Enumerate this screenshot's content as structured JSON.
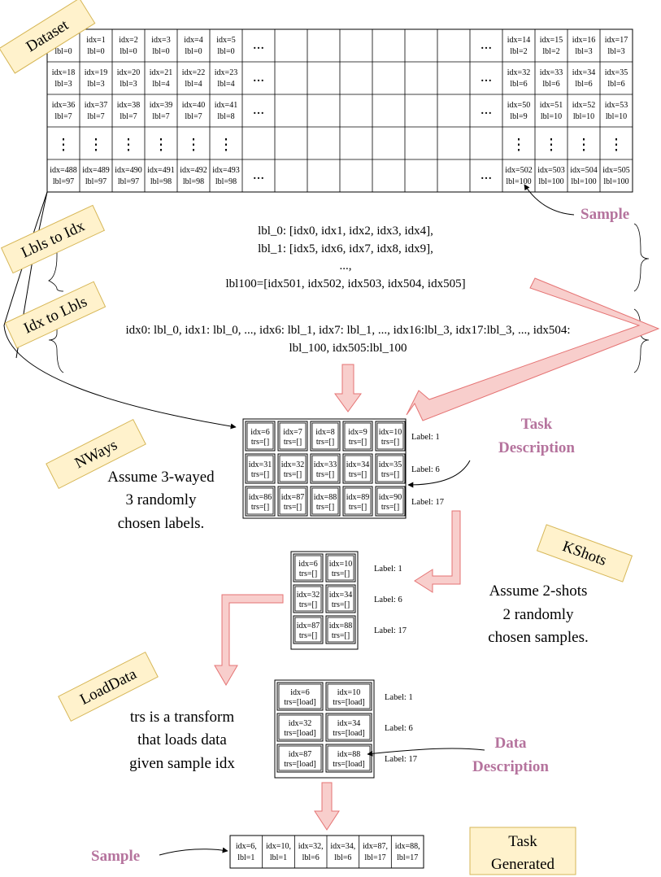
{
  "colors": {
    "tag_fill": "#fff2cc",
    "tag_stroke": "#d6b656",
    "arrow_fill": "#f8cecc",
    "arrow_stroke": "#e57373",
    "accent_text": "#b5739d"
  },
  "tags": {
    "dataset": "Dataset",
    "lbls_to_idx": "Lbls to Idx",
    "idx_to_lbls": "Idx to Lbls",
    "nways": "NWays",
    "kshots": "KShots",
    "loaddata": "LoadData",
    "task_generated_line1": "Task",
    "task_generated_line2": "Generated"
  },
  "dataset_grid": {
    "ellipsis": "...",
    "vdots": "⋮",
    "rows": [
      {
        "left": [
          [
            "",
            "lbl=0"
          ],
          [
            "idx=1",
            "lbl=0"
          ],
          [
            "idx=2",
            "lbl=0"
          ],
          [
            "idx=3",
            "lbl=0"
          ],
          [
            "idx=4",
            "lbl=0"
          ],
          [
            "idx=5",
            "lbl=0"
          ]
        ],
        "right": [
          [
            "idx=14",
            "lbl=2"
          ],
          [
            "idx=15",
            "lbl=2"
          ],
          [
            "idx=16",
            "lbl=3"
          ],
          [
            "idx=17",
            "lbl=3"
          ]
        ]
      },
      {
        "left": [
          [
            "idx=18",
            "lbl=3"
          ],
          [
            "idx=19",
            "lbl=3"
          ],
          [
            "idx=20",
            "lbl=3"
          ],
          [
            "idx=21",
            "lbl=4"
          ],
          [
            "idx=22",
            "lbl=4"
          ],
          [
            "idx=23",
            "lbl=4"
          ]
        ],
        "right": [
          [
            "idx=32",
            "lbl=6"
          ],
          [
            "idx=33",
            "lbl=6"
          ],
          [
            "idx=34",
            "lbl=6"
          ],
          [
            "idx=35",
            "lbl=6"
          ]
        ]
      },
      {
        "left": [
          [
            "idx=36",
            "lbl=7"
          ],
          [
            "idx=37",
            "lbl=7"
          ],
          [
            "idx=38",
            "lbl=7"
          ],
          [
            "idx=39",
            "lbl=7"
          ],
          [
            "idx=40",
            "lbl=7"
          ],
          [
            "idx=41",
            "lbl=8"
          ]
        ],
        "right": [
          [
            "idx=50",
            "lbl=9"
          ],
          [
            "idx=51",
            "lbl=10"
          ],
          [
            "idx=52",
            "lbl=10"
          ],
          [
            "idx=53",
            "lbl=10"
          ]
        ]
      },
      {
        "vdots_row": true
      },
      {
        "left": [
          [
            "idx=488",
            "lbl=97"
          ],
          [
            "idx=489",
            "lbl=97"
          ],
          [
            "idx=490",
            "lbl=97"
          ],
          [
            "idx=491",
            "lbl=98"
          ],
          [
            "idx=492",
            "lbl=98"
          ],
          [
            "idx=493",
            "lbl=98"
          ]
        ],
        "right": [
          [
            "idx=502",
            "lbl=100"
          ],
          [
            "idx=503",
            "lbl=100"
          ],
          [
            "idx=504",
            "lbl=100"
          ],
          [
            "idx=505",
            "lbl=100"
          ]
        ]
      }
    ]
  },
  "sample_top": "Sample",
  "lbls_to_idx_text": [
    "lbl_0: [idx0, idx1, idx2, idx3, idx4],",
    "lbl_1: [idx5, idx6, idx7, idx8, idx9],",
    "...,",
    "lbl100=[idx501, idx502, idx503, idx504, idx505]"
  ],
  "idx_to_lbls_text": [
    "idx0: lbl_0, idx1: lbl_0, ..., idx6: lbl_1, idx7: lbl_1, ..., idx16:lbl_3, idx17:lbl_3, ..., idx504:",
    "lbl_100, idx505:lbl_100"
  ],
  "nways_grid": {
    "rows": [
      {
        "cells": [
          [
            "idx=6",
            "trs=[]"
          ],
          [
            "idx=7",
            "trs=[]"
          ],
          [
            "idx=8",
            "trs=[]"
          ],
          [
            "idx=9",
            "trs=[]"
          ],
          [
            "idx=10",
            "trs=[]"
          ]
        ],
        "label": "Label: 1"
      },
      {
        "cells": [
          [
            "idx=31",
            "trs=[]"
          ],
          [
            "idx=32",
            "trs=[]"
          ],
          [
            "idx=33",
            "trs=[]"
          ],
          [
            "idx=34",
            "trs=[]"
          ],
          [
            "idx=35",
            "trs=[]"
          ]
        ],
        "label": "Label: 6"
      },
      {
        "cells": [
          [
            "idx=86",
            "trs=[]"
          ],
          [
            "idx=87",
            "trs=[]"
          ],
          [
            "idx=88",
            "trs=[]"
          ],
          [
            "idx=89",
            "trs=[]"
          ],
          [
            "idx=90",
            "trs=[]"
          ]
        ],
        "label": "Label: 17"
      }
    ]
  },
  "nways_note": [
    "Assume 3-wayed",
    "3 randomly",
    "chosen labels."
  ],
  "task_description": [
    "Task",
    "Description"
  ],
  "kshots_grid": {
    "rows": [
      {
        "cells": [
          [
            "idx=6",
            "trs=[]"
          ],
          [
            "idx=10",
            "trs=[]"
          ]
        ],
        "label": "Label: 1"
      },
      {
        "cells": [
          [
            "idx=32",
            "trs=[]"
          ],
          [
            "idx=34",
            "trs=[]"
          ]
        ],
        "label": "Label: 6"
      },
      {
        "cells": [
          [
            "idx=87",
            "trs=[]"
          ],
          [
            "idx=88",
            "trs=[]"
          ]
        ],
        "label": "Label: 17"
      }
    ]
  },
  "kshots_note": [
    "Assume 2-shots",
    "2 randomly",
    "chosen samples."
  ],
  "load_grid": {
    "rows": [
      {
        "cells": [
          [
            "idx=6",
            "trs=[load]"
          ],
          [
            "idx=10",
            "trs=[load]"
          ]
        ],
        "label": "Label: 1"
      },
      {
        "cells": [
          [
            "idx=32",
            "trs=[load]"
          ],
          [
            "idx=34",
            "trs=[load]"
          ]
        ],
        "label": "Label: 6"
      },
      {
        "cells": [
          [
            "idx=87",
            "trs=[load]"
          ],
          [
            "idx=88",
            "trs=[load]"
          ]
        ],
        "label": "Label: 17"
      }
    ]
  },
  "loaddata_note": [
    "trs is a transform",
    "that loads data",
    "given sample idx"
  ],
  "data_description": [
    "Data",
    "Description"
  ],
  "final_row": [
    [
      "idx=6,",
      "lbl=1"
    ],
    [
      "idx=10,",
      "lbl=1"
    ],
    [
      "idx=32,",
      "lbl=6"
    ],
    [
      "idx=34,",
      "lbl=6"
    ],
    [
      "idx=87,",
      "lbl=17"
    ],
    [
      "idx=88,",
      "lbl=17"
    ]
  ],
  "sample_bottom": "Sample"
}
